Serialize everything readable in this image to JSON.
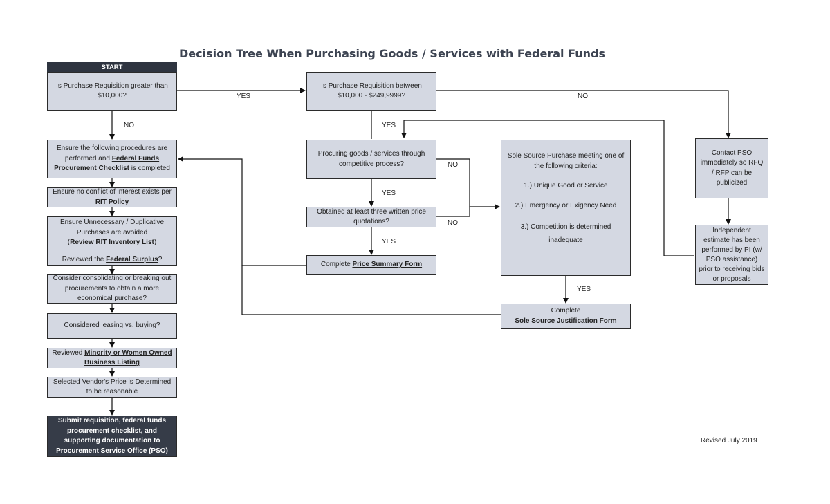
{
  "title": "Decision Tree When Purchasing Goods / Services with Federal Funds",
  "start_label": "START",
  "revised": "Revised July 2019",
  "colors": {
    "box_fill": "#d4d8e2",
    "box_border": "#2b2b2b",
    "dark_fill": "#363c48",
    "title": "#3d4452"
  },
  "edge_labels": {
    "yes": "YES",
    "no": "NO"
  },
  "nodes": {
    "q_over_10k": "Is Purchase Requisition greater than $10,000?",
    "q_between": "Is Purchase Requisition between $10,000 - $249,9999?",
    "procedures": {
      "pre": "Ensure the following procedures are performed and ",
      "link": "Federal Funds Procurement Checklist",
      "post": " is completed"
    },
    "conflict": {
      "pre": "Ensure no conflict of interest exists per ",
      "link": "RIT Policy"
    },
    "unnecessary": {
      "line1": "Ensure Unnecessary / Duplicative Purchases are avoided",
      "paren_open": "(",
      "link1": "Review RIT Inventory List",
      "paren_close": ")",
      "line3_pre": "Reviewed the ",
      "link2": "Federal Surplus",
      "line3_post": "?"
    },
    "consolidate": "Consider consolidating or breaking out procurements to obtain a more economical purchase?",
    "leasing": "Considered leasing vs. buying?",
    "minority": {
      "pre": "Reviewed ",
      "link": "Minority or Women Owned Business Listing"
    },
    "vendor_price": "Selected Vendor's Price is Determined to be reasonable",
    "submit": "Submit requisition, federal funds procurement checklist, and supporting documentation to Procurement Service Office (PSO)",
    "competitive": "Procuring goods / services through competitive process?",
    "three_quotes": "Obtained at least three written price quotations?",
    "price_summary": {
      "pre": "Complete ",
      "link": "Price Summary Form"
    },
    "sole_source": {
      "intro": "Sole Source Purchase meeting one of the following criteria:",
      "c1": "1.) Unique Good or Service",
      "c2": "2.) Emergency or Exigency Need",
      "c3": "3.) Competition is determined inadequate"
    },
    "sole_form": {
      "pre": "Complete",
      "link": "Sole Source Justification Form"
    },
    "contact_pso": "Contact PSO immediately so RFQ / RFP can be publicized",
    "independent": "Independent estimate has been performed by PI (w/ PSO assistance) prior to receiving bids or proposals"
  }
}
